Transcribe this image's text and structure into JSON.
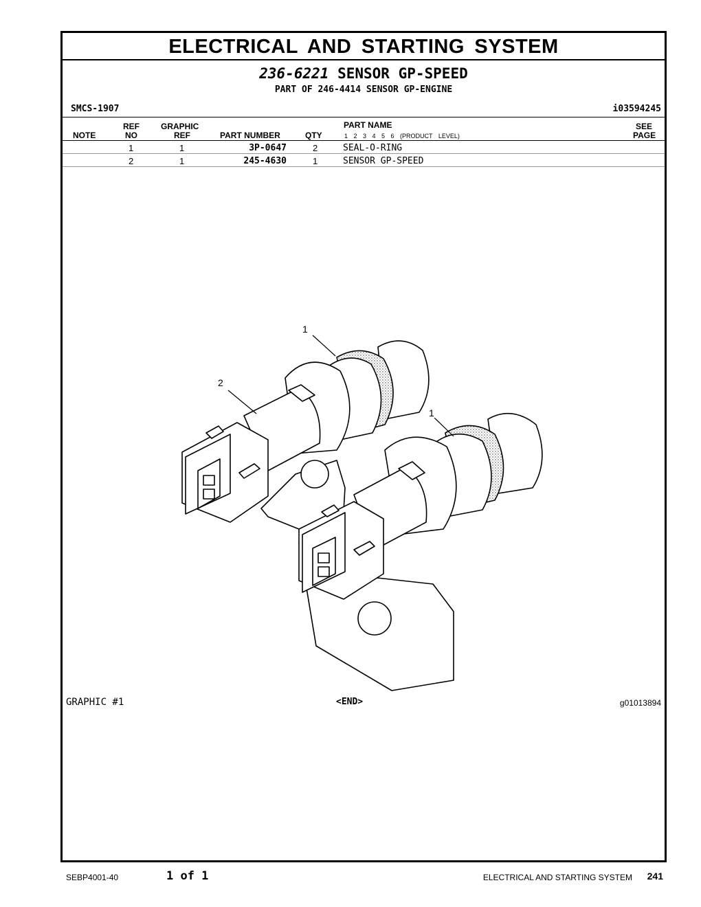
{
  "system_title": "ELECTRICAL AND STARTING SYSTEM",
  "group": {
    "part_number": "236-6221",
    "name": "SENSOR GP-SPEED",
    "part_of": "PART OF 246-4414 SENSOR GP-ENGINE"
  },
  "smcs": "SMCS-1907",
  "illustration_id": "i03594245",
  "headers": {
    "note": "NOTE",
    "ref_top": "REF",
    "ref_bottom": "NO",
    "graphic_top": "GRAPHIC",
    "graphic_bottom": "REF",
    "part_number": "PART NUMBER",
    "qty": "QTY",
    "part_name": "PART NAME",
    "product_levels": "1  2  3  4  5  6  (PRODUCT LEVEL)",
    "see_top": "SEE",
    "see_bottom": "PAGE"
  },
  "parts": [
    {
      "ref": "1",
      "graphic_ref": "1",
      "part_number": "3P-0647",
      "qty": "2",
      "name": "SEAL-O-RING"
    },
    {
      "ref": "2",
      "graphic_ref": "1",
      "part_number": "245-4630",
      "qty": "1",
      "name": "SENSOR GP-SPEED"
    }
  ],
  "callouts": {
    "a": "1",
    "b": "2",
    "c": "1"
  },
  "graphic_label": "GRAPHIC #1",
  "end_label": "<END>",
  "graphic_id": "g01013894",
  "footer": {
    "doc_id": "SEBP4001-40",
    "page_of": "1 of 1",
    "section": "ELECTRICAL AND STARTING SYSTEM",
    "page_number": "241"
  }
}
